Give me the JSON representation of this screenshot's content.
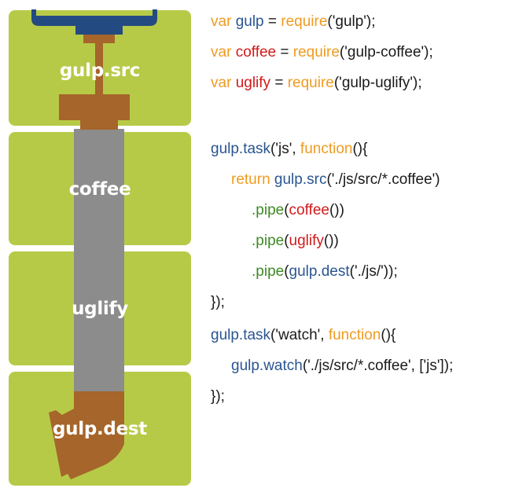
{
  "colors": {
    "panel_green": "#b7ca47",
    "pipe_brown": "#a6652a",
    "pipe_gray": "#8c8c8c",
    "valve_navy": "#244a82",
    "keyword_orange": "#ef9b22",
    "gulp_blue": "#2a5591",
    "pipe_green": "#3d8a24",
    "plugin_red": "#d11a1a"
  },
  "panels": [
    {
      "label": "gulp.src"
    },
    {
      "label": "coffee"
    },
    {
      "label": "uglify"
    },
    {
      "label": "gulp.dest"
    }
  ],
  "icons": [
    "valve-handle-icon",
    "pipe-icon",
    "spout-icon"
  ],
  "code": {
    "lines": [
      {
        "tokens": [
          {
            "t": "var ",
            "c": "kw"
          },
          {
            "t": "gulp",
            "c": "fn"
          },
          {
            "t": " = ",
            "c": "txt"
          },
          {
            "t": "require",
            "c": "kw"
          },
          {
            "t": "('gulp');",
            "c": "txt"
          }
        ]
      },
      {
        "tokens": [
          {
            "t": "var ",
            "c": "kw"
          },
          {
            "t": "coffee",
            "c": "var"
          },
          {
            "t": " = ",
            "c": "txt"
          },
          {
            "t": "require",
            "c": "kw"
          },
          {
            "t": "('gulp-coffee');",
            "c": "txt"
          }
        ]
      },
      {
        "tokens": [
          {
            "t": "var ",
            "c": "kw"
          },
          {
            "t": "uglify",
            "c": "var"
          },
          {
            "t": " = ",
            "c": "txt"
          },
          {
            "t": "require",
            "c": "kw"
          },
          {
            "t": "('gulp-uglify');",
            "c": "txt"
          }
        ]
      },
      {
        "tokens": [
          {
            "t": "gulp.task",
            "c": "fn"
          },
          {
            "t": "('js', ",
            "c": "txt"
          },
          {
            "t": "function",
            "c": "kw"
          },
          {
            "t": "(){",
            "c": "txt"
          }
        ]
      },
      {
        "tokens": [
          {
            "t": "return ",
            "c": "kw"
          },
          {
            "t": "gulp.src",
            "c": "fn"
          },
          {
            "t": "('./js/src/*.coffee')",
            "c": "txt"
          }
        ]
      },
      {
        "tokens": [
          {
            "t": ".pipe",
            "c": "pipe"
          },
          {
            "t": "(",
            "c": "txt"
          },
          {
            "t": "coffee",
            "c": "var"
          },
          {
            "t": "())",
            "c": "txt"
          }
        ]
      },
      {
        "tokens": [
          {
            "t": ".pipe",
            "c": "pipe"
          },
          {
            "t": "(",
            "c": "txt"
          },
          {
            "t": "uglify",
            "c": "var"
          },
          {
            "t": "())",
            "c": "txt"
          }
        ]
      },
      {
        "tokens": [
          {
            "t": ".pipe",
            "c": "pipe"
          },
          {
            "t": "(",
            "c": "txt"
          },
          {
            "t": "gulp.dest",
            "c": "fn"
          },
          {
            "t": "('./js/'));",
            "c": "txt"
          }
        ]
      },
      {
        "tokens": [
          {
            "t": "});",
            "c": "txt"
          }
        ]
      },
      {
        "tokens": [
          {
            "t": "gulp.task",
            "c": "fn"
          },
          {
            "t": "('watch', ",
            "c": "txt"
          },
          {
            "t": "function",
            "c": "kw"
          },
          {
            "t": "(){",
            "c": "txt"
          }
        ]
      },
      {
        "tokens": [
          {
            "t": "gulp.watch",
            "c": "fn"
          },
          {
            "t": "('./js/src/*.coffee', ['js']);",
            "c": "txt"
          }
        ]
      },
      {
        "tokens": [
          {
            "t": "});",
            "c": "txt"
          }
        ]
      }
    ]
  }
}
